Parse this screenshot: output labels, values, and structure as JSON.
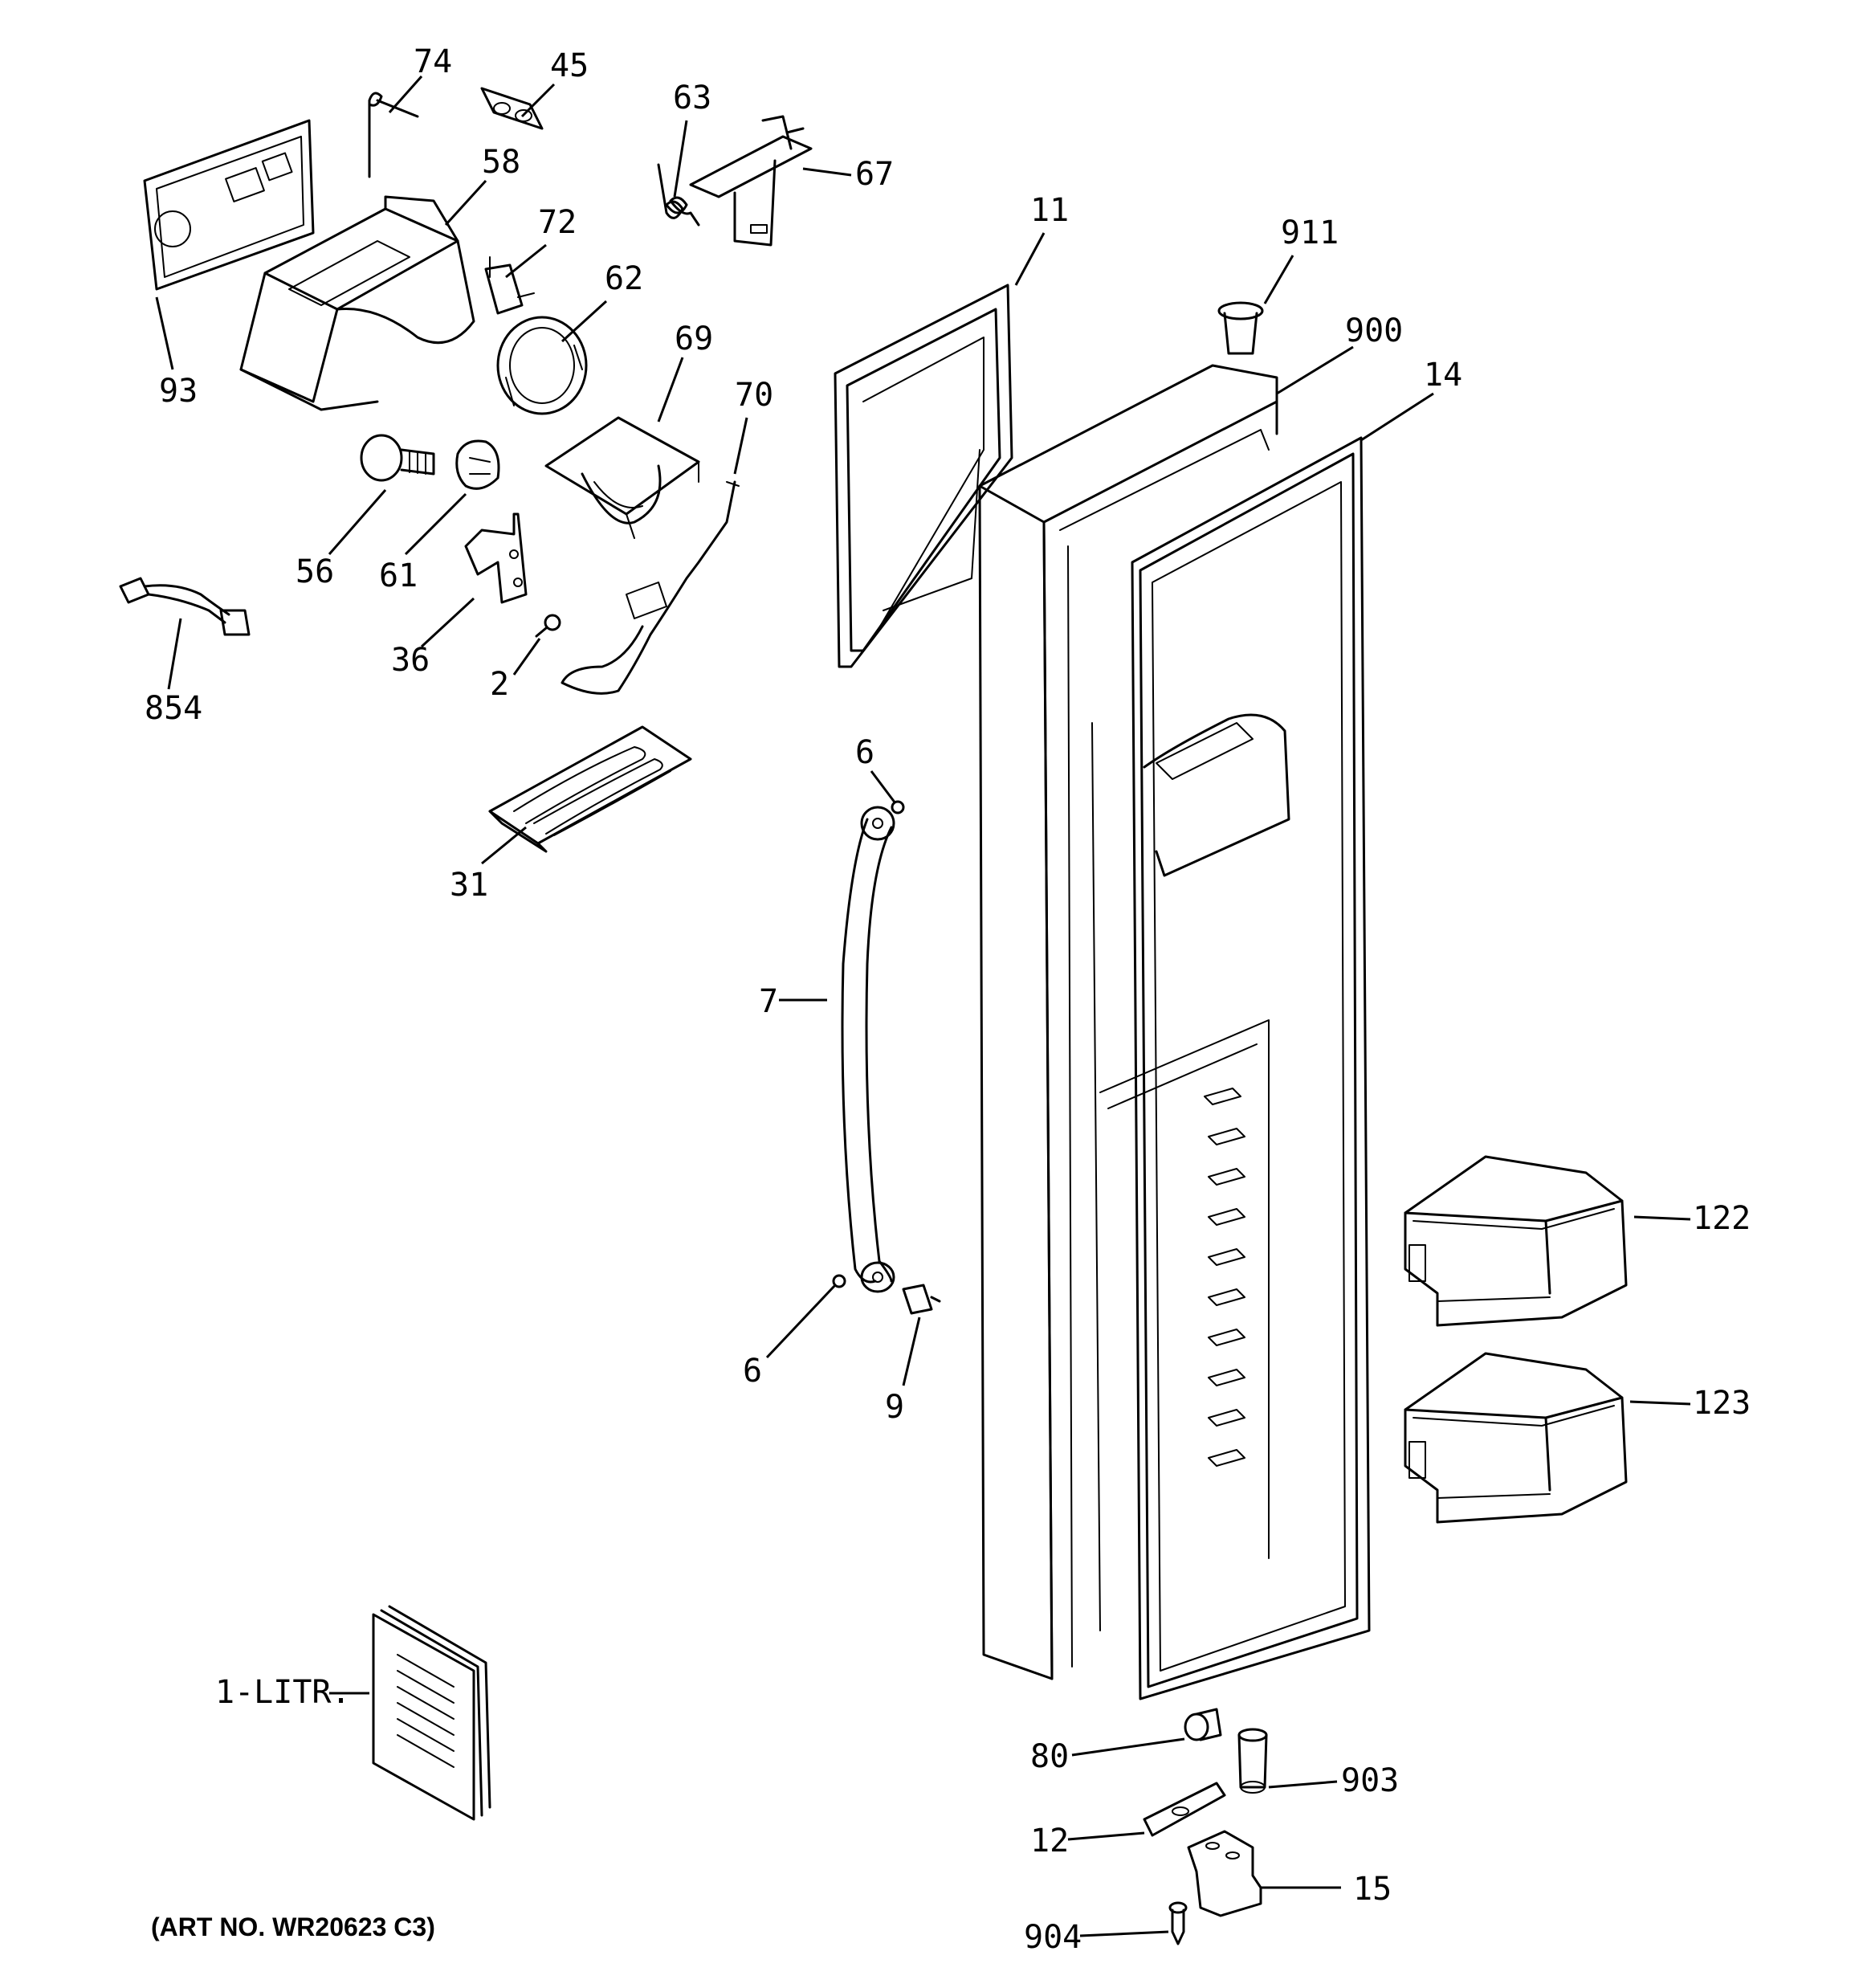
{
  "diagram": {
    "art_number": "(ART NO. WR20623 C3)",
    "callouts": [
      {
        "id": "74",
        "text": "74"
      },
      {
        "id": "45",
        "text": "45"
      },
      {
        "id": "63",
        "text": "63"
      },
      {
        "id": "67",
        "text": "67"
      },
      {
        "id": "58",
        "text": "58"
      },
      {
        "id": "72",
        "text": "72"
      },
      {
        "id": "62",
        "text": "62"
      },
      {
        "id": "93",
        "text": "93"
      },
      {
        "id": "69",
        "text": "69"
      },
      {
        "id": "70",
        "text": "70"
      },
      {
        "id": "56",
        "text": "56"
      },
      {
        "id": "61",
        "text": "61"
      },
      {
        "id": "36",
        "text": "36"
      },
      {
        "id": "2",
        "text": "2"
      },
      {
        "id": "854",
        "text": "854"
      },
      {
        "id": "31",
        "text": "31"
      },
      {
        "id": "11",
        "text": "11"
      },
      {
        "id": "911",
        "text": "911"
      },
      {
        "id": "900",
        "text": "900"
      },
      {
        "id": "14",
        "text": "14"
      },
      {
        "id": "6a",
        "text": "6"
      },
      {
        "id": "7",
        "text": "7"
      },
      {
        "id": "6b",
        "text": "6"
      },
      {
        "id": "9",
        "text": "9"
      },
      {
        "id": "122",
        "text": "122"
      },
      {
        "id": "123",
        "text": "123"
      },
      {
        "id": "1",
        "text": "1-LITR."
      },
      {
        "id": "80",
        "text": "80"
      },
      {
        "id": "903",
        "text": "903"
      },
      {
        "id": "12",
        "text": "12"
      },
      {
        "id": "15",
        "text": "15"
      },
      {
        "id": "904",
        "text": "904"
      }
    ]
  }
}
